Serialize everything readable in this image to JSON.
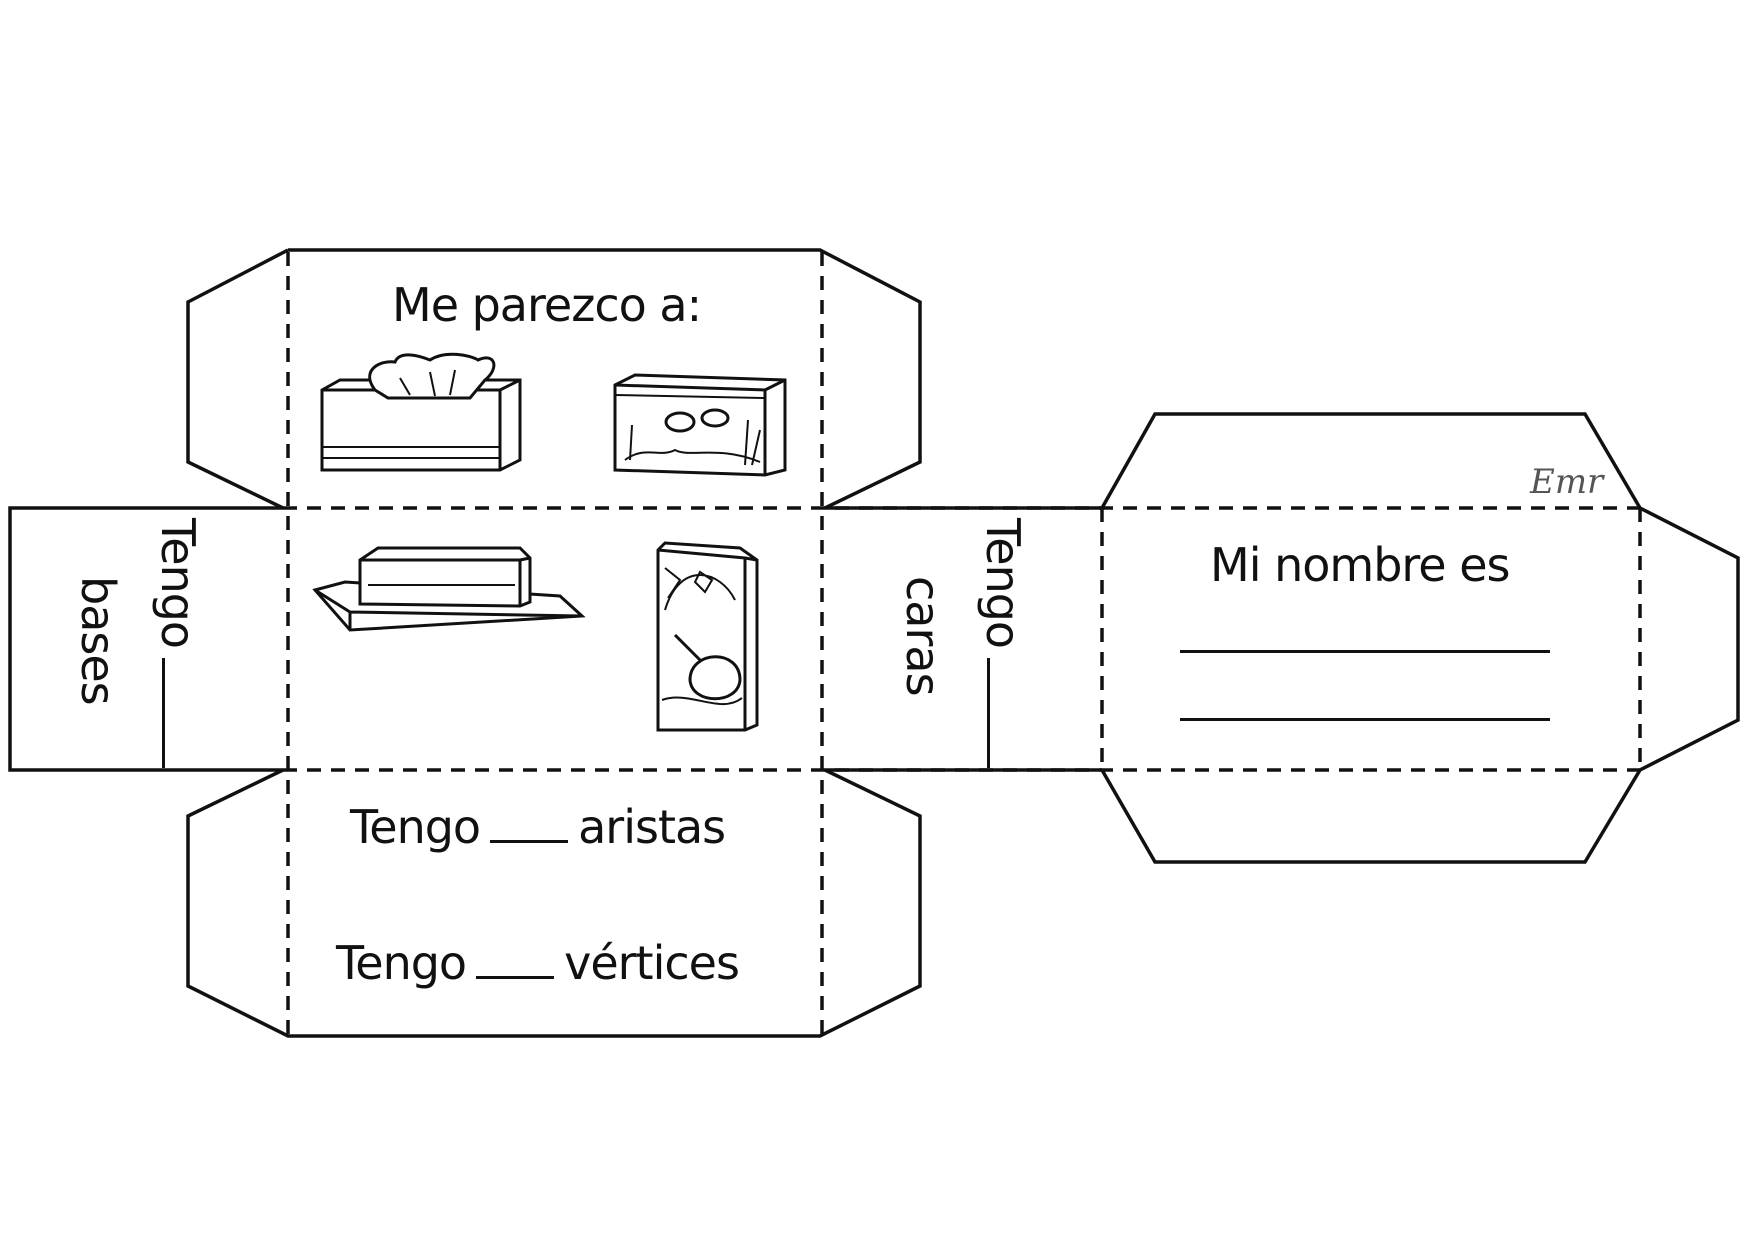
{
  "faces": {
    "top": {
      "title": "Me parezco a:"
    },
    "left": {
      "word": "Tengo",
      "suffix": "bases"
    },
    "right": {
      "word": "Tengo",
      "suffix": "caras"
    },
    "bottom": {
      "line1_word": "Tengo",
      "line1_suffix": "aristas",
      "line2_word": "Tengo",
      "line2_suffix": "vértices"
    },
    "name": {
      "title": "Mi nombre es"
    }
  },
  "images": [
    {
      "icon": "tissue-box-icon"
    },
    {
      "icon": "fish-tank-icon"
    },
    {
      "icon": "butter-dish-icon"
    },
    {
      "icon": "cereal-box-icon"
    }
  ],
  "watermark": "Emr"
}
